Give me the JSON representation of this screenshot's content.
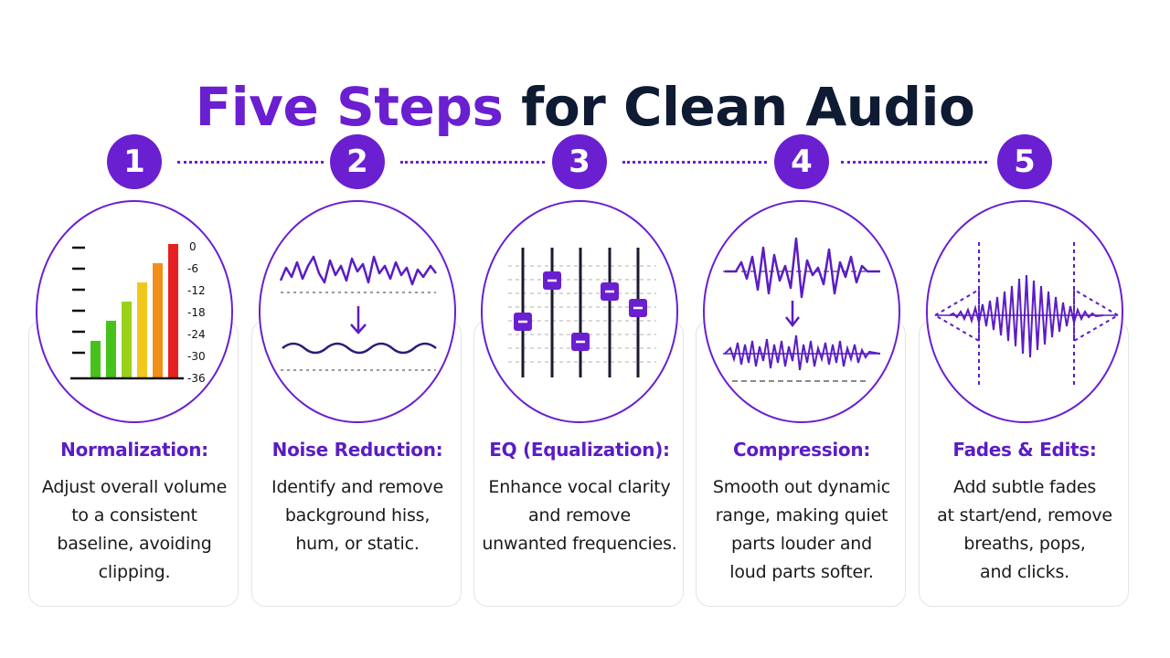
{
  "title": {
    "accent": "Five Steps",
    "rest": "for Clean Audio"
  },
  "colors": {
    "accent": "#6a1fd1",
    "title": "#0f1a33"
  },
  "meter_labels": [
    "0",
    "-6",
    "-12",
    "-18",
    "-24",
    "-30",
    "-36"
  ],
  "steps": [
    {
      "number": "1",
      "title": "Normalization:",
      "lines": [
        "Adjust overall volume",
        "to a consistent",
        "baseline, avoiding",
        "clipping."
      ],
      "icon": "level-meter-icon"
    },
    {
      "number": "2",
      "title": "Noise Reduction:",
      "lines": [
        "Identify and remove",
        "background hiss,",
        "hum, or static."
      ],
      "icon": "noise-waveform-icon"
    },
    {
      "number": "3",
      "title": "EQ (Equalization):",
      "lines": [
        "Enhance vocal clarity",
        "and remove",
        "unwanted frequencies."
      ],
      "icon": "eq-sliders-icon"
    },
    {
      "number": "4",
      "title": "Compression:",
      "lines": [
        "Smooth out dynamic",
        "range, making quiet",
        "parts louder and",
        "loud parts softer."
      ],
      "icon": "compression-waveform-icon"
    },
    {
      "number": "5",
      "title": "Fades & Edits:",
      "lines": [
        "Add subtle fades",
        "at start/end, remove",
        "breaths, pops,",
        "and clicks."
      ],
      "icon": "fade-waveform-icon"
    }
  ]
}
